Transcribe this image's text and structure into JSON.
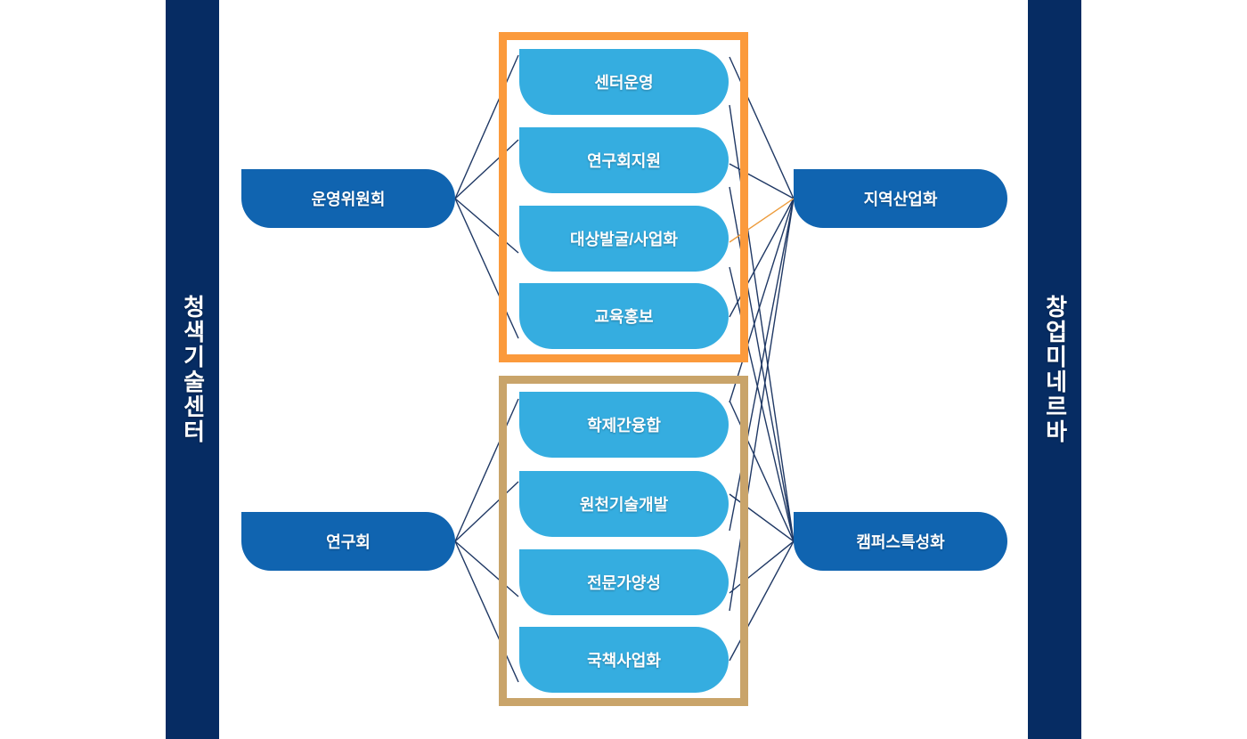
{
  "diagram": {
    "title": "청색기술센터 / 창업미네르바 조직도",
    "background": "#ffffff",
    "colors": {
      "navy_bar": "#062c63",
      "primary_node": "#1064b0",
      "sub_node": "#35ade0",
      "group_orange": "#fb9a3c",
      "group_tan": "#c9a46a",
      "link_navy": "#1f3864",
      "link_orange": "#ed9b3b",
      "text": "#ffffff"
    }
  },
  "side_bars": {
    "left": {
      "label": "청색기술센터"
    },
    "right": {
      "label": "창업미네르바"
    }
  },
  "primary_nodes": [
    {
      "id": "operating-committee",
      "label": "운영위원회",
      "side": "left",
      "row": "top"
    },
    {
      "id": "research-society",
      "label": "연구회",
      "side": "left",
      "row": "bottom"
    },
    {
      "id": "regional-industry",
      "label": "지역산업화",
      "side": "right",
      "row": "top"
    },
    {
      "id": "campus-special",
      "label": "캠퍼스특성화",
      "side": "right",
      "row": "bottom"
    }
  ],
  "groups": [
    {
      "id": "group-orange",
      "frame_color": "#fb9a3c",
      "items": [
        {
          "id": "center-operation",
          "label": "센터운영"
        },
        {
          "id": "society-support",
          "label": "연구회지원"
        },
        {
          "id": "target-discovery",
          "label": "대상발굴/사업화"
        },
        {
          "id": "education-pr",
          "label": "교육홍보"
        }
      ]
    },
    {
      "id": "group-tan",
      "frame_color": "#c9a46a",
      "items": [
        {
          "id": "interdisciplinary",
          "label": "학제간융합"
        },
        {
          "id": "core-tech-rnd",
          "label": "원천기술개발"
        },
        {
          "id": "expert-training",
          "label": "전문가양성"
        },
        {
          "id": "national-project",
          "label": "국책사업화"
        }
      ]
    }
  ]
}
